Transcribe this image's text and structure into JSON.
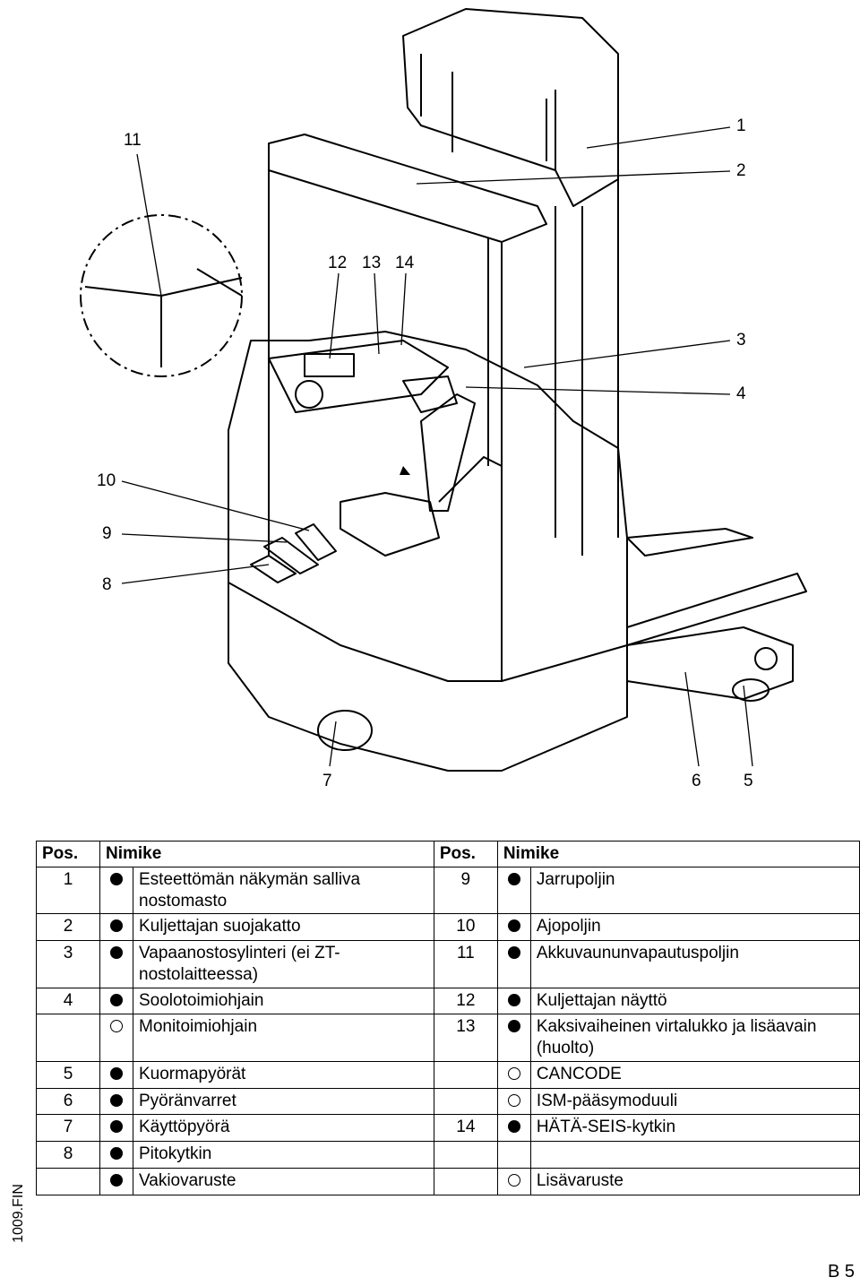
{
  "callouts": [
    "1",
    "2",
    "3",
    "4",
    "5",
    "6",
    "7",
    "8",
    "9",
    "10",
    "11",
    "12",
    "13",
    "14"
  ],
  "table": {
    "h_pos": "Pos.",
    "h_name": "Nimike",
    "rows": [
      {
        "l_pos": "1",
        "l_mark": "filled",
        "l_name": "Esteettömän näkymän salliva nostomasto",
        "r_pos": "9",
        "r_mark": "filled",
        "r_name": "Jarrupoljin"
      },
      {
        "l_pos": "2",
        "l_mark": "filled",
        "l_name": "Kuljettajan suojakatto",
        "r_pos": "10",
        "r_mark": "filled",
        "r_name": "Ajopoljin"
      },
      {
        "l_pos": "3",
        "l_mark": "filled",
        "l_name": "Vapaanostosylinteri (ei ZT-nostolaitteessa)",
        "r_pos": "11",
        "r_mark": "filled",
        "r_name": "Akkuvaununvapautuspoljin"
      },
      {
        "l_pos": "4",
        "l_mark": "filled",
        "l_name": "Soolotoimiohjain",
        "r_pos": "12",
        "r_mark": "filled",
        "r_name": "Kuljettajan näyttö"
      },
      {
        "l_pos": "",
        "l_mark": "open",
        "l_name": "Monitoimiohjain",
        "r_pos": "13",
        "r_mark": "filled",
        "r_name": "Kaksivaiheinen virtalukko ja lisäavain (huolto)"
      },
      {
        "l_pos": "5",
        "l_mark": "filled",
        "l_name": "Kuormapyörät",
        "r_pos": "",
        "r_mark": "open",
        "r_name": "CANCODE"
      },
      {
        "l_pos": "6",
        "l_mark": "filled",
        "l_name": "Pyöränvarret",
        "r_pos": "",
        "r_mark": "open",
        "r_name": "ISM-pääsymoduuli"
      },
      {
        "l_pos": "7",
        "l_mark": "filled",
        "l_name": "Käyttöpyörä",
        "r_pos": "14",
        "r_mark": "filled",
        "r_name": "HÄTÄ-SEIS-kytkin"
      },
      {
        "l_pos": "8",
        "l_mark": "filled",
        "l_name": "Pitokytkin",
        "r_pos": "",
        "r_mark": "",
        "r_name": ""
      },
      {
        "l_pos": "",
        "l_mark": "filled",
        "l_name": "Vakiovaruste",
        "r_pos": "",
        "r_mark": "open",
        "r_name": "Lisävaruste"
      }
    ]
  },
  "side_code": "1009.FIN",
  "page_number": "B 5"
}
